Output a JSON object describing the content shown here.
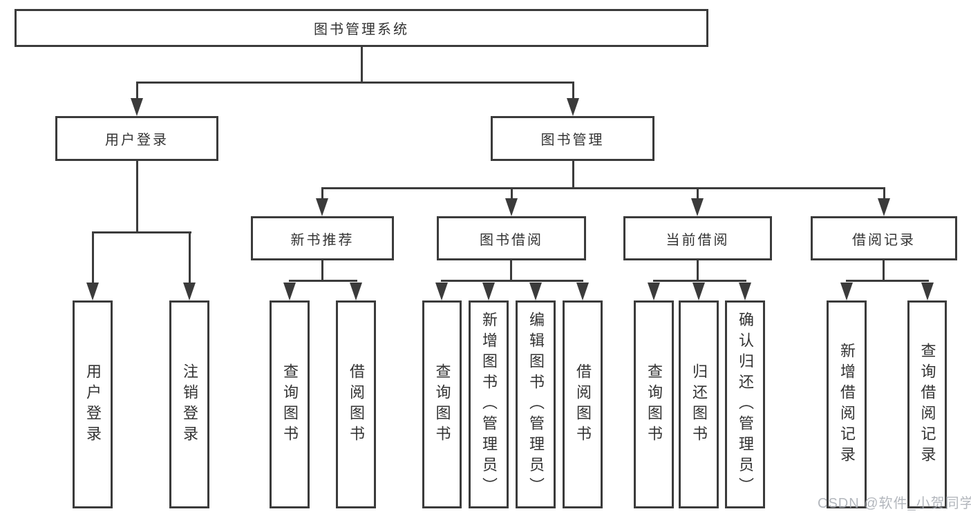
{
  "tree": {
    "root": {
      "label": "图书管理系统"
    },
    "branches": [
      {
        "label": "用户登录",
        "children": [
          {
            "label": "用户登录"
          },
          {
            "label": "注销登录"
          }
        ]
      },
      {
        "label": "图书管理",
        "groups": [
          {
            "label": "新书推荐",
            "children": [
              {
                "label": "查询图书"
              },
              {
                "label": "借阅图书"
              }
            ]
          },
          {
            "label": "图书借阅",
            "children": [
              {
                "label": "查询图书"
              },
              {
                "label": "新增图书（管理员）"
              },
              {
                "label": "编辑图书（管理员）"
              },
              {
                "label": "借阅图书"
              }
            ]
          },
          {
            "label": "当前借阅",
            "children": [
              {
                "label": "查询图书"
              },
              {
                "label": "归还图书"
              },
              {
                "label": "确认归还（管理员）"
              }
            ]
          },
          {
            "label": "借阅记录",
            "children": [
              {
                "label": "新增借阅记录"
              },
              {
                "label": "查询借阅记录"
              }
            ]
          }
        ]
      }
    ]
  },
  "watermark": {
    "text": "CSDN @软件_小贺同学"
  },
  "colors": {
    "line": "#3b3b3b",
    "text": "#333333",
    "background": "#ffffff",
    "watermark": "#a6aab2"
  }
}
